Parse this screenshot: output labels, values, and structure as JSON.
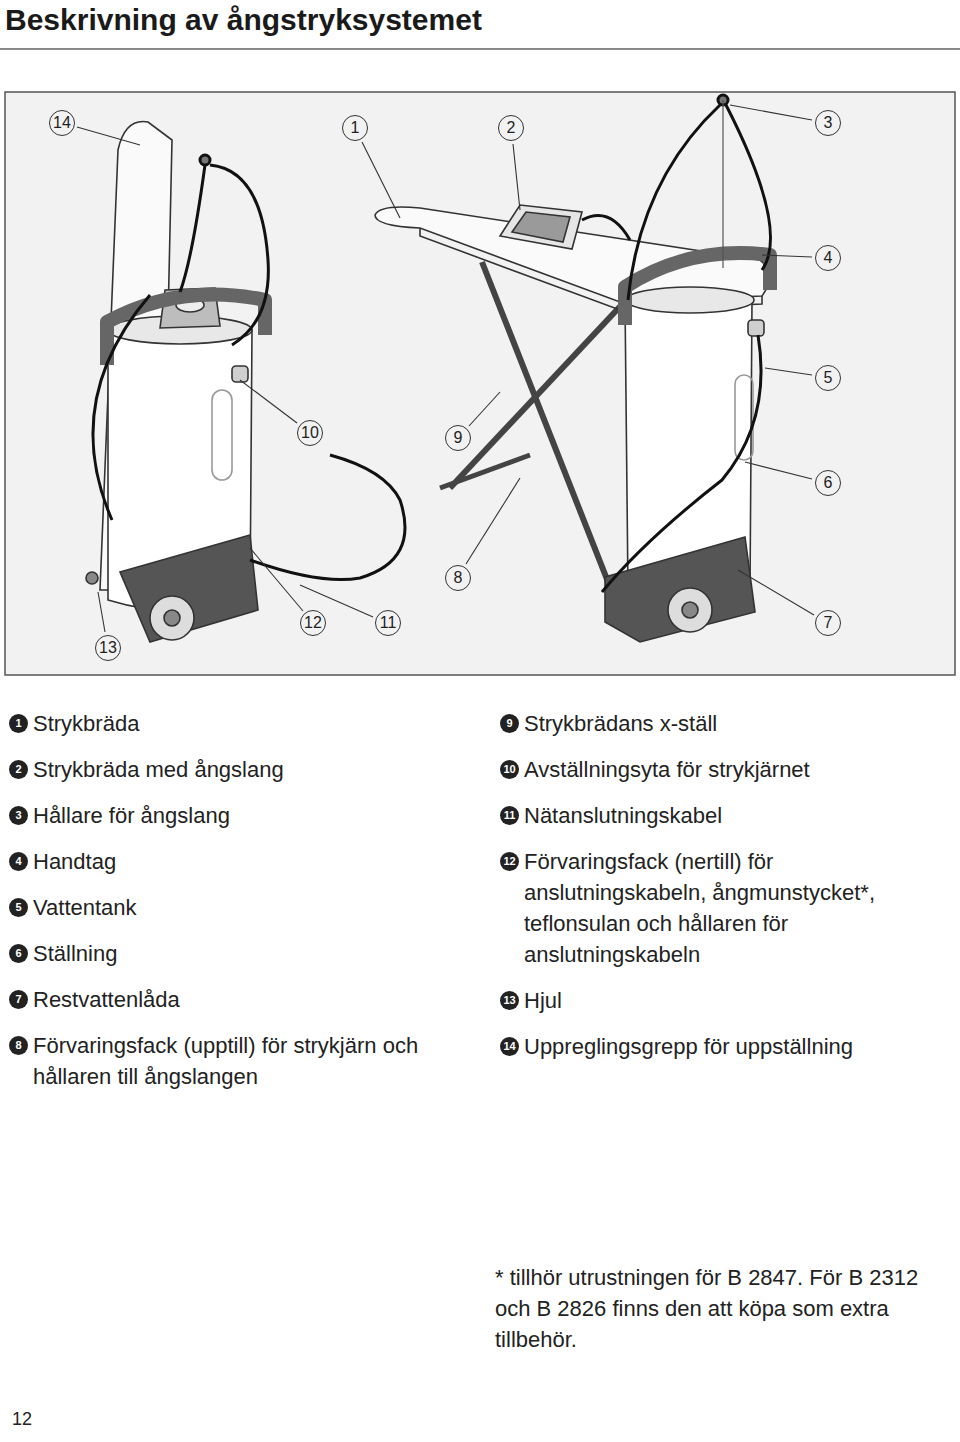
{
  "diagram": {
    "title": "Beskrivning av ångstryksystemet",
    "labels": [
      "14",
      "1",
      "2",
      "3",
      "4",
      "5",
      "10",
      "9",
      "6",
      "8",
      "12",
      "11",
      "7",
      "13",
      "1",
      "Strykbräda",
      "2",
      "Strykbräda med ångslang",
      "3",
      "Hållare för ångslang",
      "4",
      "Handtag",
      "5",
      "Vattentank",
      "6",
      "Ställning",
      "7",
      "Restvattenlåda",
      "8",
      "Förvaringsfack (upptill) för strykjärn och hållaren till ångslangen",
      "9",
      "Strykbrädans x-ställ",
      "10",
      "Avställningsyta för strykjärnet",
      "11",
      "Nätanslutningskabel",
      "12",
      "Förvaringsfack (nertill) för anslutningskabeln, ångmunstycket*, teflonsulan och hållaren för anslutningskabeln",
      "13",
      "Hjul",
      "14",
      "Uppreglingsgrepp för uppställning",
      "* tillhör utrustningen för B 2847. För B 2312 och B 2826 finns den att köpa som extra tillbehör.",
      "12"
    ]
  }
}
